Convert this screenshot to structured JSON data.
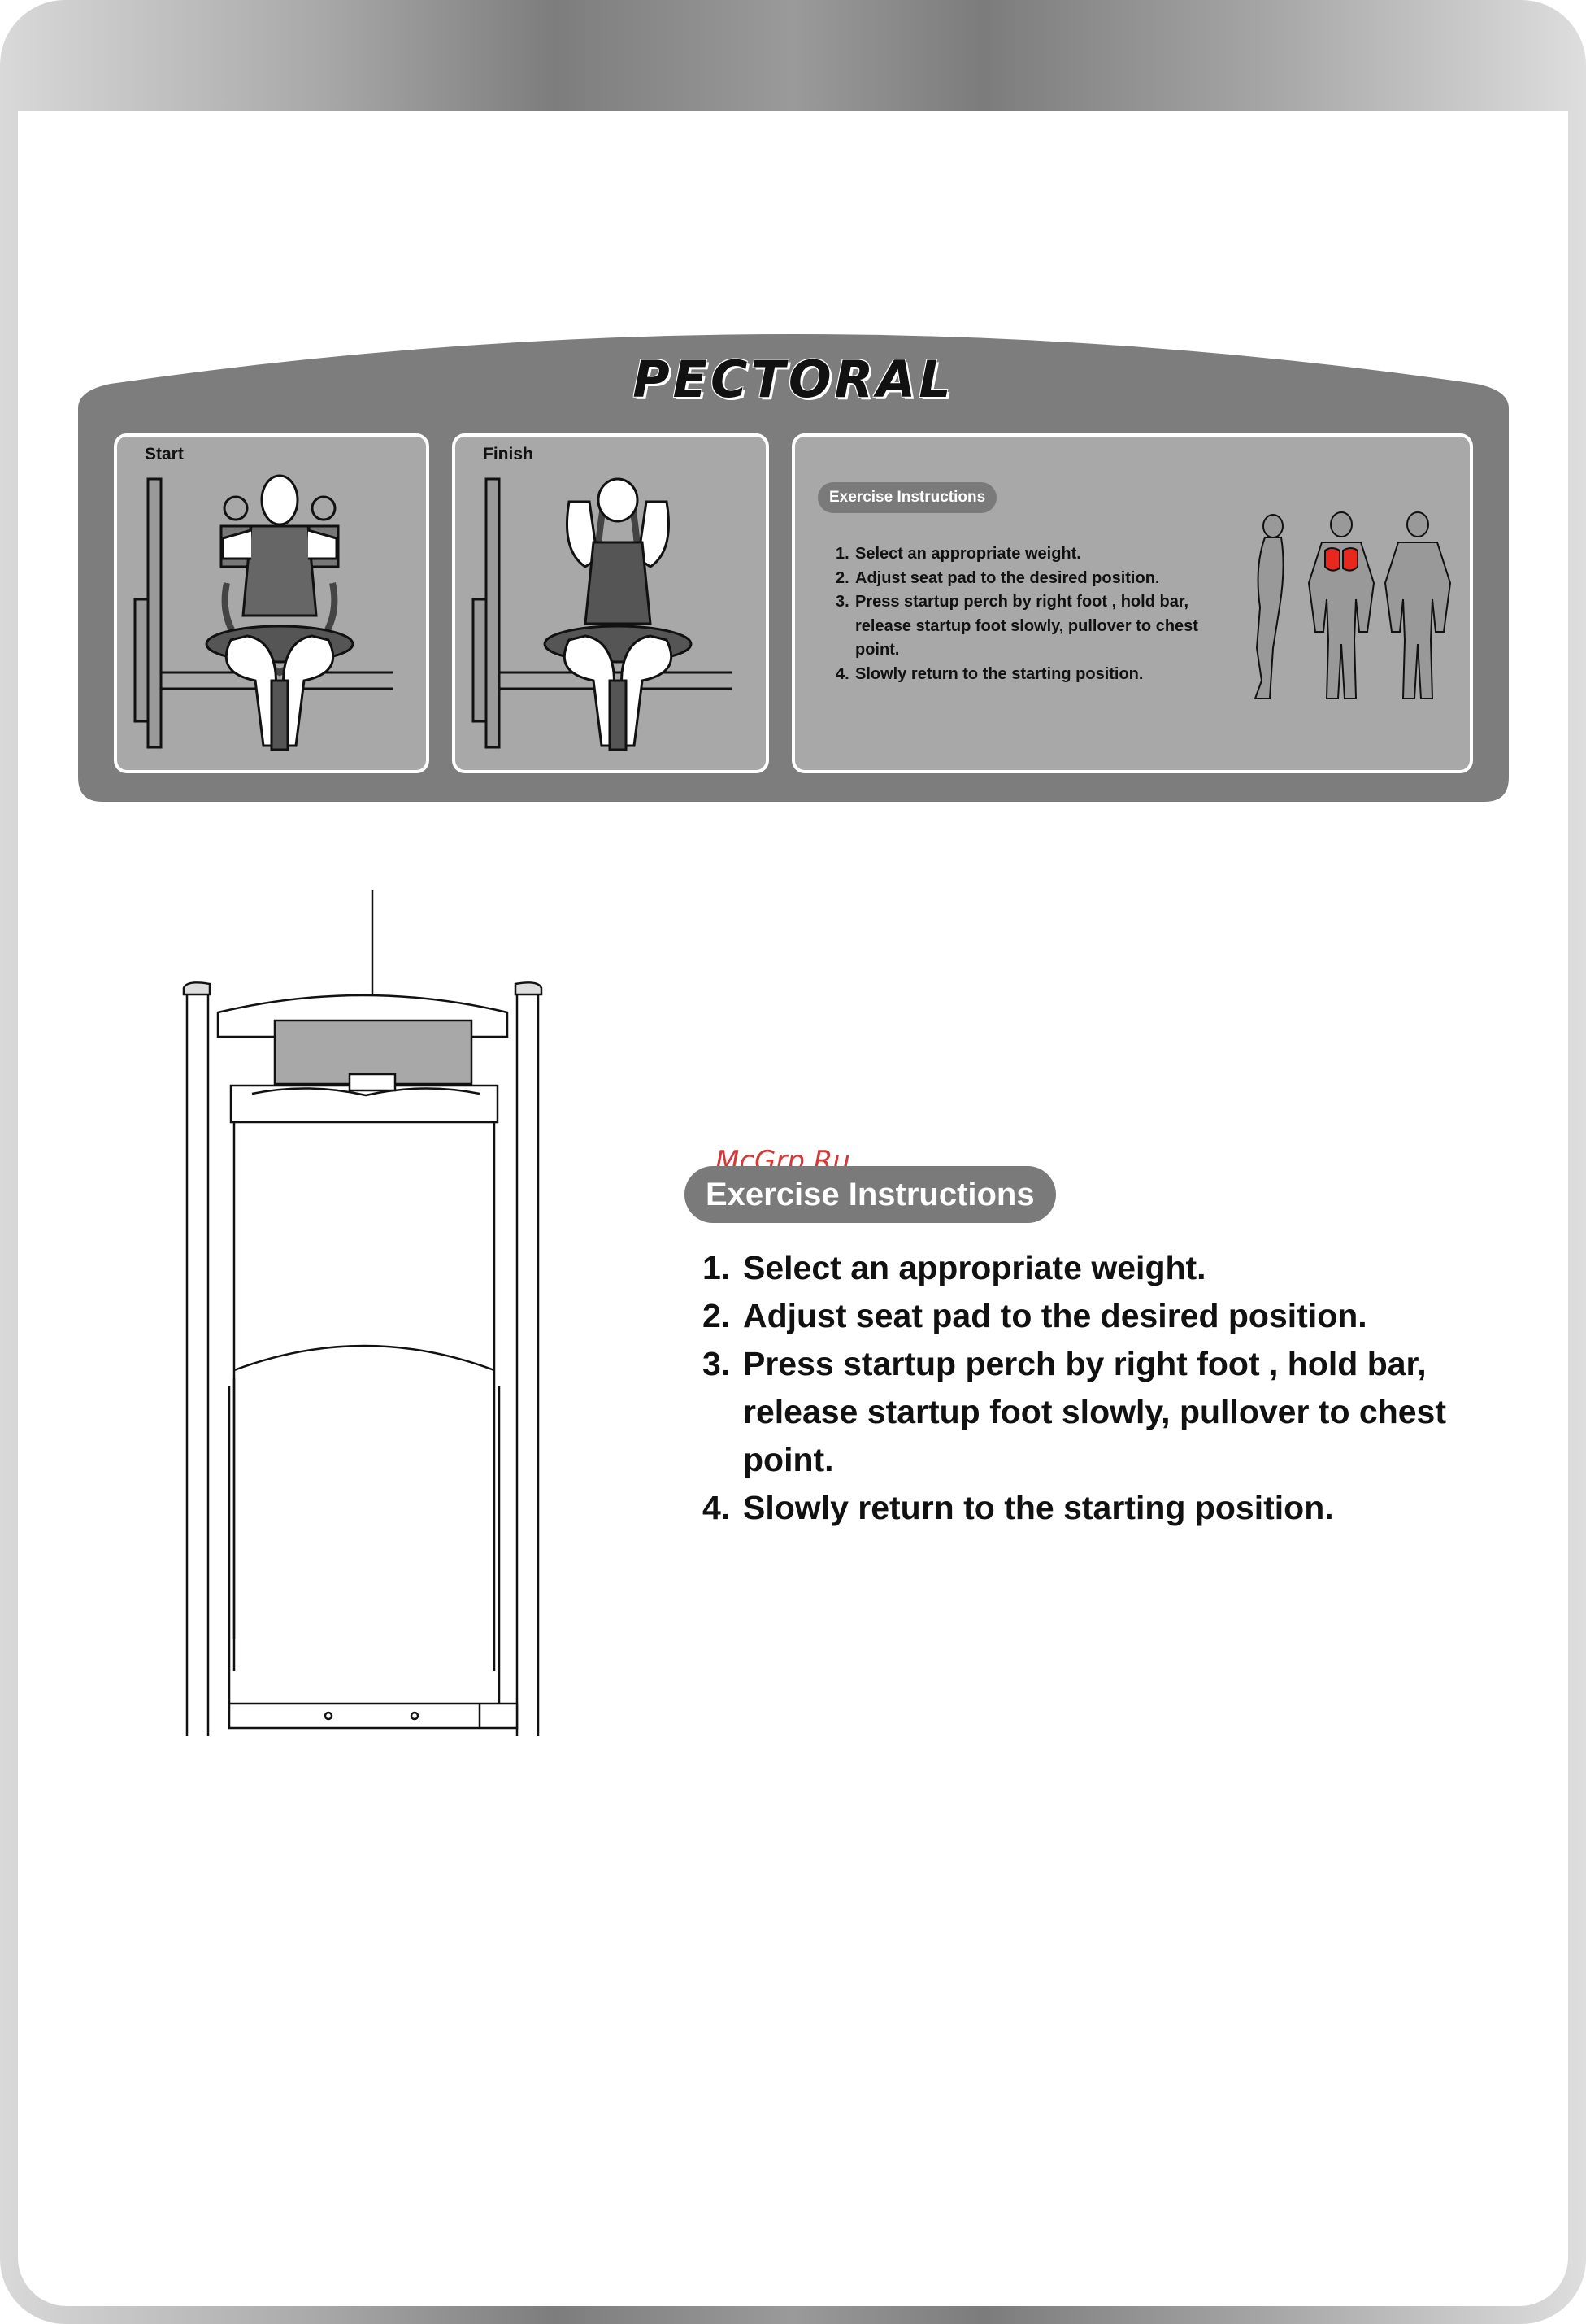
{
  "banner": {
    "title": "PECTORAL",
    "start_label": "Start",
    "finish_label": "Finish",
    "pill_label": "Exercise Instructions",
    "instructions": [
      {
        "num": "1.",
        "text": "Select an appropriate weight."
      },
      {
        "num": "2.",
        "text": "Adjust seat pad to the desired position."
      },
      {
        "num": "3.",
        "text": "Press startup perch by right foot , hold bar, release startup foot slowly, pullover to chest point."
      },
      {
        "num": "4.",
        "text": "Slowly return to the starting position."
      }
    ],
    "highlight_color": "#e8281e"
  },
  "watermark": "McGrp.Ru",
  "main": {
    "pill_label": "Exercise Instructions",
    "instructions": [
      {
        "num": "1.",
        "text": "Select an appropriate weight."
      },
      {
        "num": "2.",
        "text": "Adjust seat pad to the desired position."
      },
      {
        "num": "3.",
        "text": "Press startup perch by right foot , hold bar, release startup foot slowly, pullover to chest point."
      },
      {
        "num": "4.",
        "text": "Slowly return to the starting position."
      }
    ]
  }
}
